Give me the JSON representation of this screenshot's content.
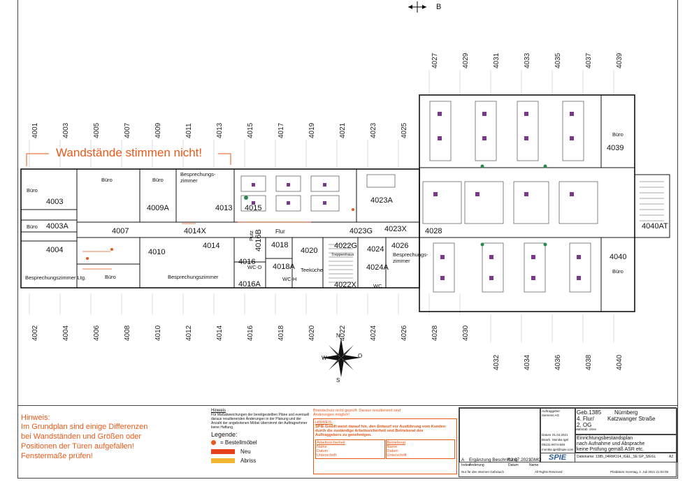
{
  "top_marker": "B",
  "warning_title": "Wandstände stimmen nicht!",
  "axes_top": [
    "4001",
    "4003",
    "4005",
    "4007",
    "4009",
    "4011",
    "4013",
    "4015",
    "4017",
    "4019",
    "4021",
    "4023",
    "4025",
    "4027",
    "4029",
    "4031",
    "4033",
    "4035",
    "4037",
    "4039"
  ],
  "axes_bottom": [
    "4002",
    "4004",
    "4006",
    "4008",
    "4010",
    "4012",
    "4014",
    "4016",
    "4018",
    "4020",
    "4022",
    "4024",
    "4026",
    "4028",
    "4030",
    "4032",
    "4034",
    "4036",
    "4038",
    "4040"
  ],
  "rooms": {
    "r4003": "4003",
    "r4003a": "4003A",
    "r4004": "4004",
    "r4007": "4007",
    "r4009a": "4009A",
    "r4010": "4010",
    "r4013": "4013",
    "r4014x": "4014X",
    "r4014": "4014",
    "r4015": "4015",
    "r4016": "4016",
    "r4016a": "4016A",
    "r4016b": "4016B",
    "r4018": "4018",
    "r4018a": "4018A",
    "r4020": "4020",
    "r4022g": "4022G",
    "r4022x": "4022X",
    "r4023a": "4023A",
    "r4023g": "4023G",
    "r4023x": "4023X",
    "r4024": "4024",
    "r4024a": "4024A",
    "r4026": "4026",
    "r4028": "4028",
    "r4039": "4039",
    "r4040": "4040",
    "r4040at": "4040AT"
  },
  "room_names": {
    "buero1": "Büro",
    "buero2": "Büro",
    "buero3": "Büro",
    "buero4": "Büro",
    "buero5": "Büro",
    "buero6": "Büro",
    "buero7": "Büro",
    "besprechung1": "Besprechungs-zimmer",
    "besprechung_ltg": "Besprechungszimmer Ltg.",
    "besprechung2": "Besprechungszimmer",
    "besprechung3": "Besprechungs-zimmer",
    "flur": "Flur",
    "teekueche": "Teeküche",
    "putz": "Putz",
    "wc_d": "WC-D",
    "wc_h": "WC-H",
    "wc": "WC",
    "treppenhaus": "Treppenhaus"
  },
  "compass": {
    "n": "N",
    "s": "S",
    "e": "O",
    "w": "W"
  },
  "hinweis": {
    "title": "Hinweis:",
    "lines": [
      "Im Grundplan sind einige Differenzen",
      "bei Wandständen und Größen oder",
      "Positionen der Türen aufgefallen!",
      "Fenstermaße prüfen!"
    ]
  },
  "legend": {
    "hinweis_small": "Hinweis",
    "note_lines": [
      "Für Maßabweichungen der bereitgestellten Pläne und eventuell",
      "daraus resultierenden Änderungen in der Planung und der",
      "Anzahl der angebotenen Möbel übernimmt der Auftragnehmer",
      "keine Haftung."
    ],
    "title": "Legende:",
    "bestellmoebel": "= Bestellmöbel",
    "neu": "Neu",
    "abriss": "Abriss",
    "colors": {
      "bestell": "#e85a1a",
      "neu": "#e8401a",
      "abriss": "#f2b42e"
    }
  },
  "brandschutz": {
    "line1": "Brandschutz nicht geprüft. Daraus resultierend sind",
    "line2": "Änderungen möglich!",
    "hinweis": "HINWEIS:",
    "text1": "SPIE GmbH weist darauf hin, den Entwurf vor Ausführung vom Kunden",
    "text2": "durch die zuständige Arbeitssicherheit und Betriebsrat des",
    "text3": "Auftraggebers zu genehmigen.",
    "arbeitssicherheit": "Arbeitssicherheit",
    "betriebsrat": "Betriebsrat",
    "name": "Name",
    "datum": "Datum",
    "unterschrift": "Unterschrift"
  },
  "title_block": {
    "geb": "Geb.1385",
    "city": "Nürnberg",
    "floor1": "4. Flur/",
    "floor2": "2. OG",
    "street": "Katzwanger Straße",
    "desc1": "Einrichtungsbestandsplan",
    "desc2": "nach Aufnahme und Absprache",
    "desc3": "keine Prüfung gemäß ASR etc.",
    "logo": "SPIE",
    "dateiname": "Dateiname: 1385_04RMO14_IGEL_SE GP_SIEGL",
    "blatt": "A2",
    "revision_a": "A",
    "revision_text": "Ergänzung Beschriftung",
    "revision_date": "02.07.2021",
    "revision_by": "IGMO",
    "index": "Index",
    "aenderung": "Änderung",
    "datum": "Datum",
    "name": "Name",
    "intern": "Nur für den internen Gebrauch",
    "rights": "All Rights Reserved",
    "plotdate": "Sonntag, 4. Juli 2021 21:04:09",
    "plotlabel": "Plotdatum:",
    "auftraggeber": "Auftraggeber",
    "siemens": "Siemens AG",
    "datum_label": "Datum",
    "datum_val": "01.04.2021",
    "bearb": "Bearb",
    "bearb_val": "Monika Igel",
    "tel": "09131-9074-849",
    "email": "monika.igel@spie.com",
    "massstab": "Maßstab: ohne"
  }
}
